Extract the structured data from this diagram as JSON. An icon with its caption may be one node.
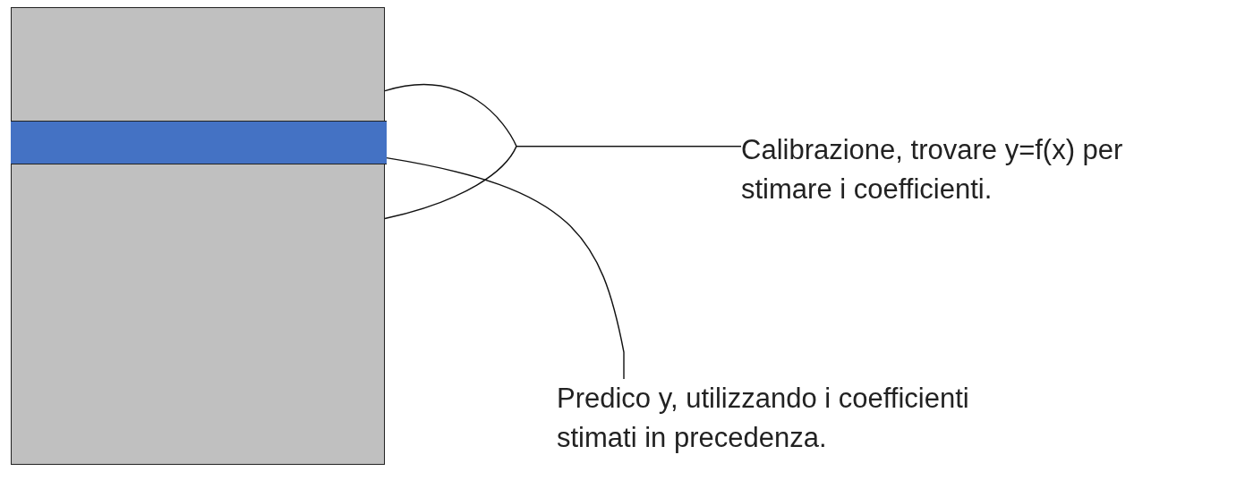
{
  "diagram": {
    "nodes": [
      {
        "text": [],
        "shape": "box"
      },
      {
        "text": [],
        "shape": "bar",
        "in": 0
      },
      {
        "text": [
          "Calibrazione, trovare y=f(x) per stimare i coefficienti."
        ]
      },
      {
        "text": [
          "Predico y, utilizzando i coefficienti stimati in precedenza."
        ]
      }
    ],
    "edges": [
      {
        "from": 2,
        "to": 0,
        "arrow": "none"
      },
      {
        "from": 2,
        "to": 0,
        "arrow": "none"
      },
      {
        "from": 3,
        "to": 1,
        "arrow": "none"
      }
    ]
  }
}
